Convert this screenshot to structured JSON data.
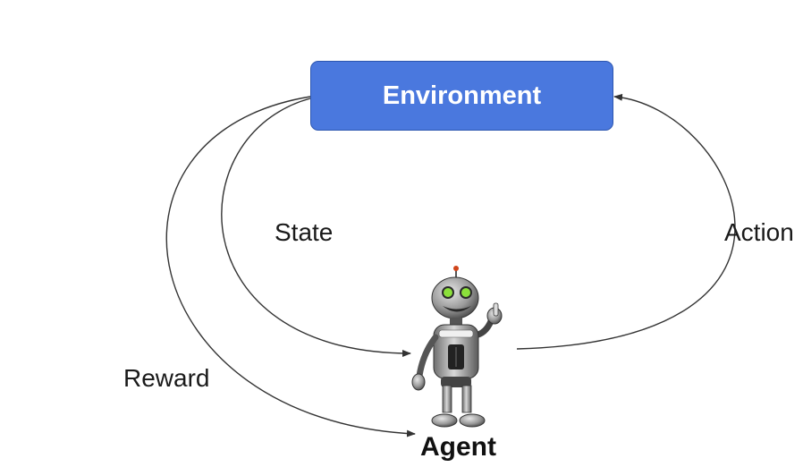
{
  "nodes": {
    "environment": {
      "label": "Environment",
      "color": "#4a78de"
    },
    "agent": {
      "label": "Agent"
    }
  },
  "edges": {
    "state": {
      "label": "State",
      "from": "environment",
      "to": "agent"
    },
    "reward": {
      "label": "Reward",
      "from": "environment",
      "to": "agent"
    },
    "action": {
      "label": "Action",
      "from": "agent",
      "to": "environment"
    }
  },
  "icons": {
    "agent": "robot-icon"
  },
  "colors": {
    "environment_fill": "#4a78de",
    "arrow": "#333333",
    "robot_eye": "#8be03a"
  }
}
